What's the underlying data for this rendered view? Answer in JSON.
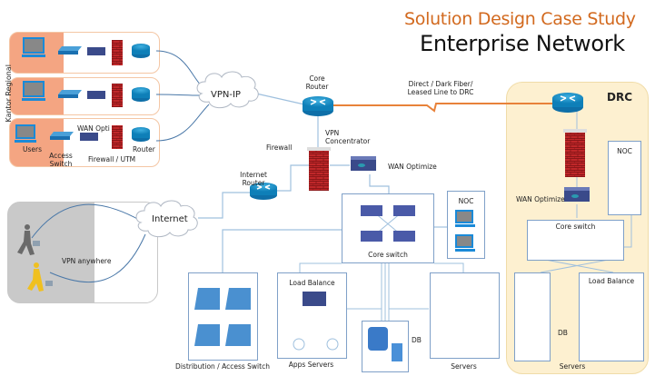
{
  "header": {
    "subtitle": "Solution Design Case Study",
    "title": "Enterprise Network"
  },
  "branch": {
    "group_label": "Kantor Regional",
    "labels": {
      "users": "Users",
      "access_switch": "Access\nSwitch",
      "wan_opti": "WAN Opti",
      "firewall_utm": "Firewall / UTM",
      "router": "Router"
    }
  },
  "clouds": {
    "vpn_ip": "VPN-IP",
    "internet": "Internet"
  },
  "remote": {
    "label": "VPN anywhere"
  },
  "hq": {
    "core_router": "Core\nRouter",
    "vpn_concentrator": "VPN\nConcentrator",
    "firewall": "Firewall",
    "internet_router": "Internet\nRouter",
    "wan_optimize": "WAN Optimize",
    "noc": "NOC",
    "core_switch": "Core switch",
    "load_balance": "Load Balance",
    "distribution_switch": "Distribution / Access Switch",
    "apps_servers": "Apps Servers",
    "db": "DB",
    "servers": "Servers"
  },
  "link": {
    "label": "Direct / Dark Fiber/\nLeased Line to DRC",
    "color": "#e8823a"
  },
  "drc": {
    "title": "DRC",
    "noc": "NOC",
    "wan_optimize": "WAN Optimize",
    "core_switch": "Core switch",
    "load_balance": "Load Balance",
    "db": "DB",
    "servers": "Servers"
  },
  "colors": {
    "subtitle": "#d2691e",
    "branch_fill": "#f4a582",
    "drc_fill": "#fdf0d0",
    "line": "#9fc0de",
    "curve": "#4a78a8"
  }
}
